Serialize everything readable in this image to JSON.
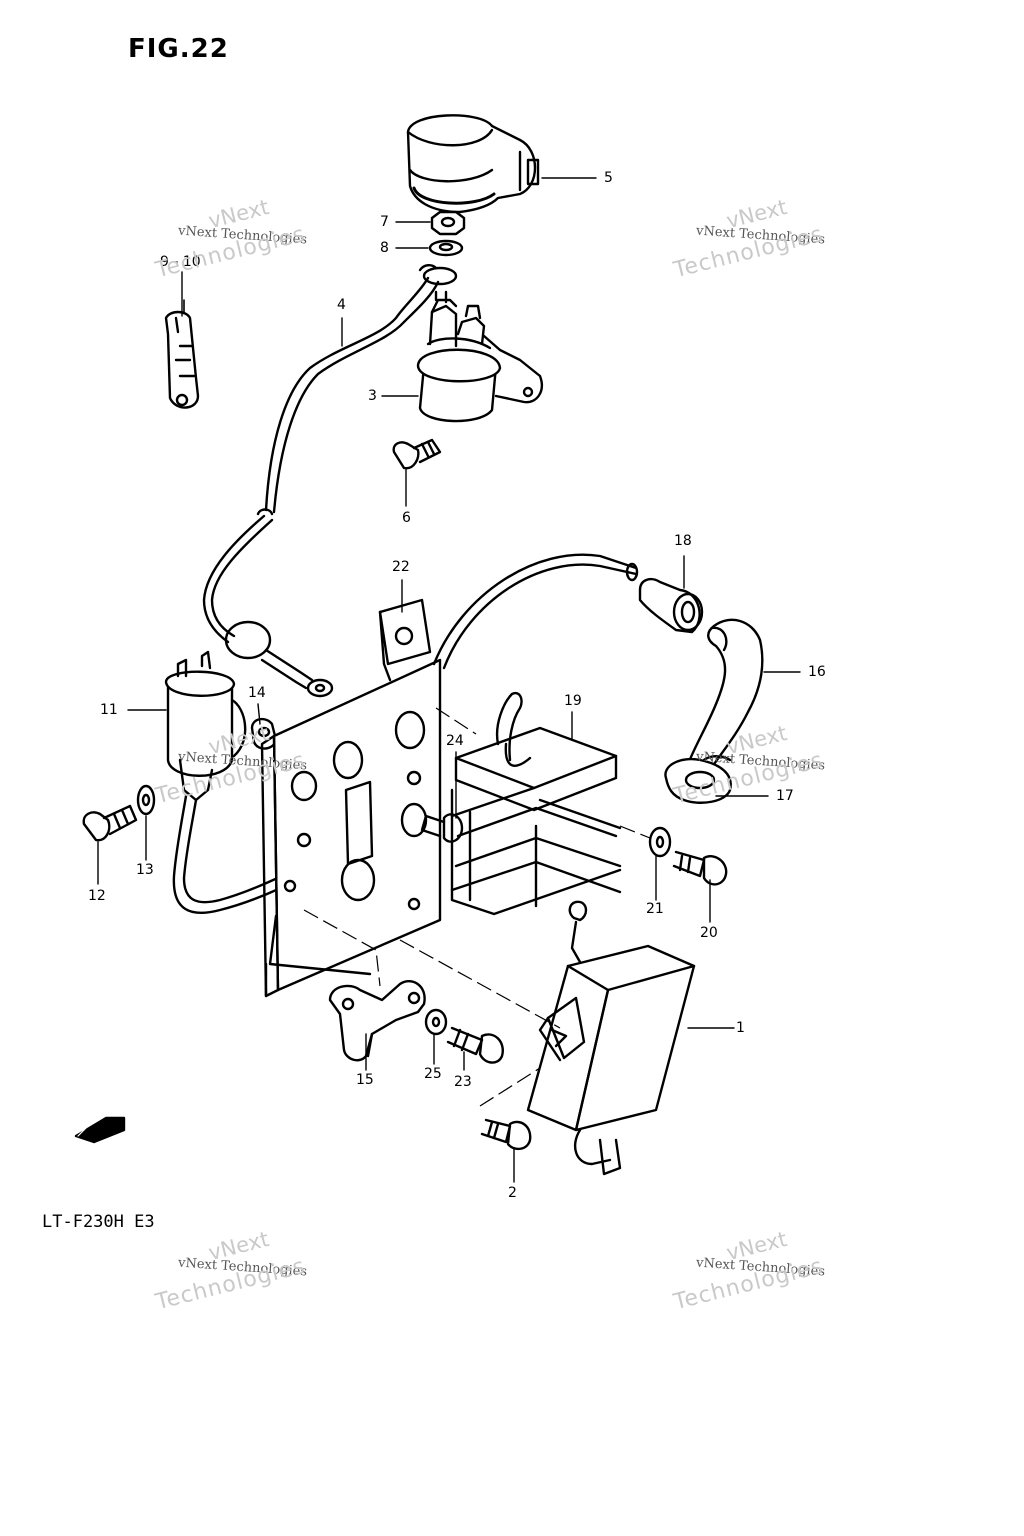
{
  "figure": {
    "title": "FIG.22",
    "model_code": "LT-F230H  E3"
  },
  "callouts": {
    "c1": "1",
    "c2": "2",
    "c3": "3",
    "c4": "4",
    "c5": "5",
    "c6": "6",
    "c7": "7",
    "c8": "8",
    "c9_10": "9 - 10",
    "c11": "11",
    "c12": "12",
    "c13": "13",
    "c14": "14",
    "c15": "15",
    "c16": "16",
    "c17": "17",
    "c18": "18",
    "c19": "19",
    "c20": "20",
    "c21": "21",
    "c22": "22",
    "c23": "23",
    "c24": "24",
    "c25": "25"
  },
  "watermark": {
    "line1": "vNext",
    "line2": "vNext Technologies",
    "line3": "Technologies"
  },
  "direction_marker": {
    "label": "FWD",
    "icon": "forward-arrow-icon"
  }
}
